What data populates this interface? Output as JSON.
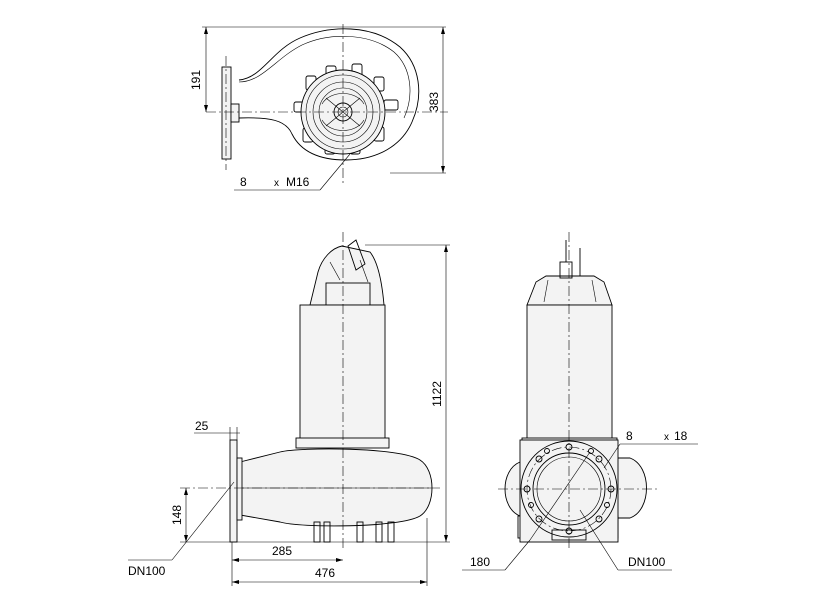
{
  "top_view": {
    "dim_191": "191",
    "dim_383": "383",
    "bolt_count": "8",
    "bolt_times": "x",
    "bolt_thread": "M16"
  },
  "side_view": {
    "dim_1122": "1122",
    "dim_25": "25",
    "dim_148": "148",
    "dim_285": "285",
    "dim_476": "476",
    "flange_label": "DN100"
  },
  "front_view": {
    "hole_count": "8",
    "hole_times": "x",
    "hole_diameter": "18",
    "pcd": "180",
    "flange_label": "DN100"
  }
}
